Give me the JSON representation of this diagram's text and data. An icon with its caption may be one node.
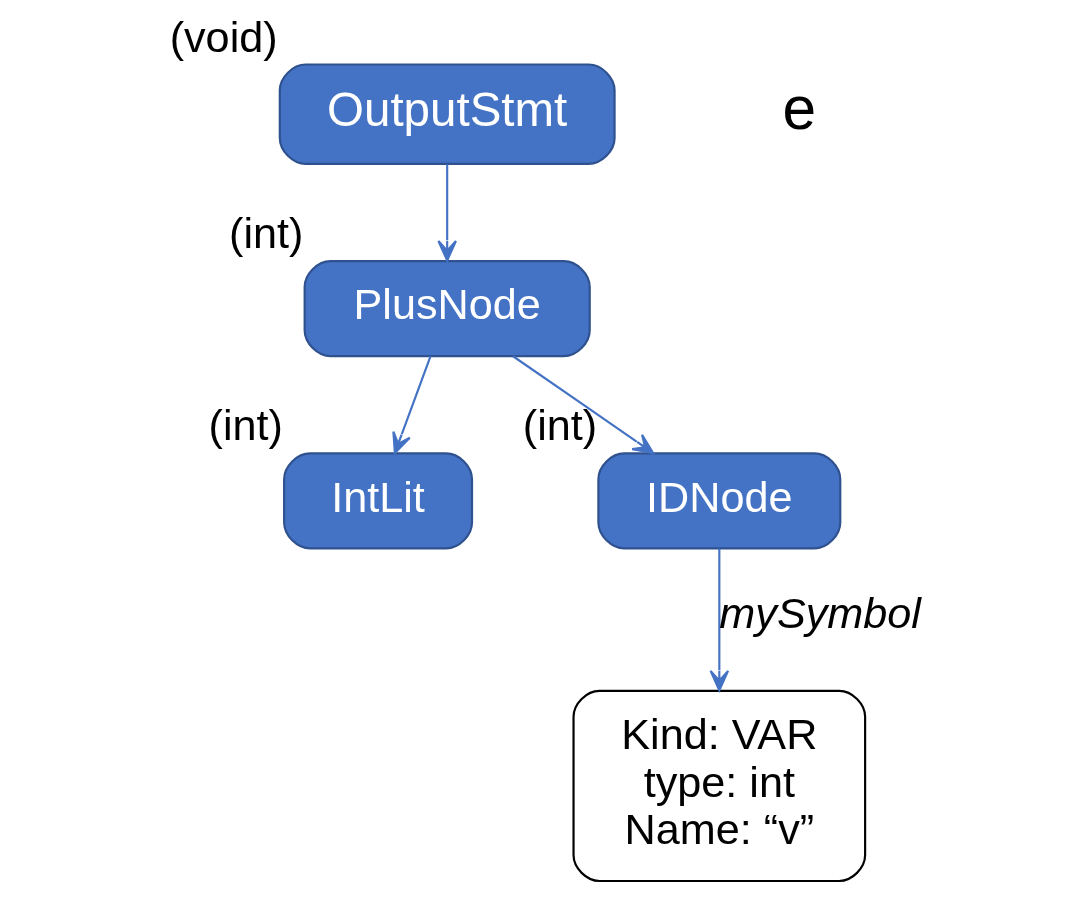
{
  "diagram": {
    "nodes": [
      {
        "text": [
          "OutputStmt"
        ],
        "beside": [
          "(void)"
        ]
      },
      {
        "text": [
          "PlusNode"
        ],
        "beside": [
          "(int)"
        ]
      },
      {
        "text": [
          "IntLit"
        ],
        "beside": [
          "(int)"
        ]
      },
      {
        "text": [
          "IDNode"
        ],
        "beside": [
          "(int)"
        ]
      },
      {
        "text": [
          "Kind: VAR type: int Name: “v”"
        ]
      }
    ],
    "edges": [
      {
        "from": 0,
        "to": 1,
        "arrow": "to"
      },
      {
        "from": 1,
        "to": 2,
        "arrow": "to"
      },
      {
        "from": 1,
        "to": 3,
        "arrow": "to"
      },
      {
        "from": 3,
        "to": 4,
        "arrow": "to",
        "label": "mySymbol"
      }
    ],
    "labels": [
      "e"
    ]
  }
}
